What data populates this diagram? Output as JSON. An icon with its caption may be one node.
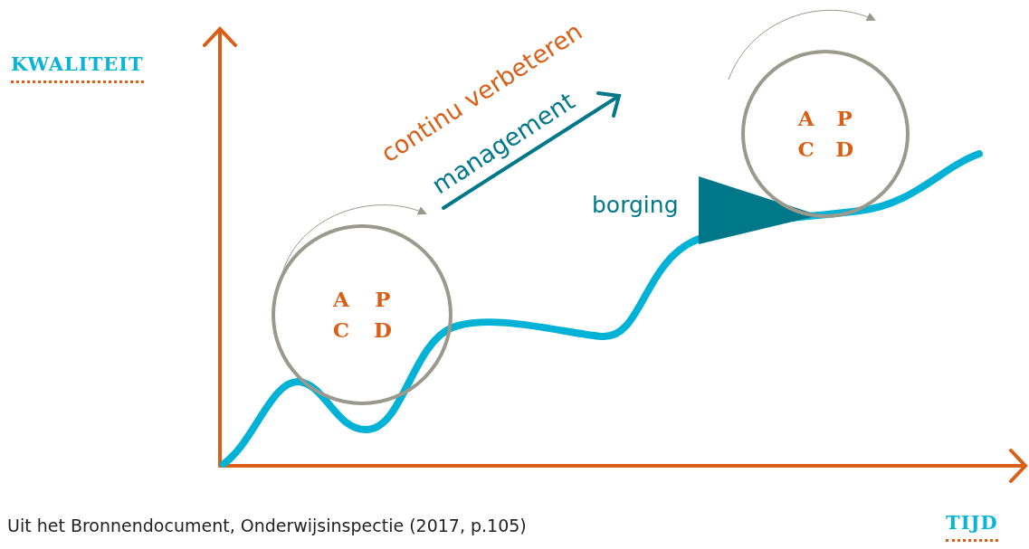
{
  "diagram": {
    "caption": "Uit het Bronnendocument, Onderwijsinspectie (2017, p.105)",
    "nodes": [
      {
        "text": [
          "A",
          "P",
          "C",
          "D"
        ]
      },
      {
        "text": [
          "A",
          "P",
          "C",
          "D"
        ]
      },
      {
        "text": [],
        "shape": "triangle"
      }
    ],
    "labels": [
      "KWALITEIT",
      "continu verbeteren",
      "management",
      "borging",
      "TIJD"
    ]
  }
}
